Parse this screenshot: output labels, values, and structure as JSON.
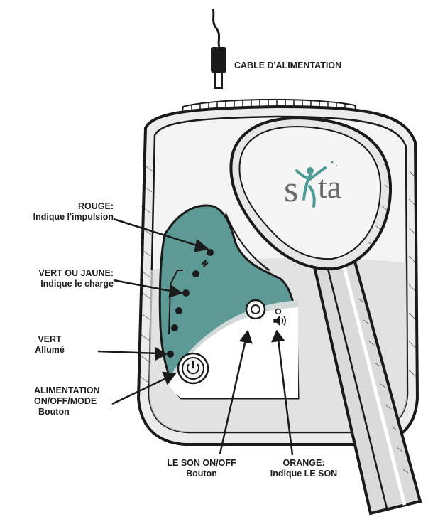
{
  "colors": {
    "panel": "#5e9a95",
    "device_body": "#e8e8e8",
    "outline": "#1a1a1a",
    "background": "#ffffff",
    "logo_text": "#6b6b6b",
    "logo_figure": "#4f9b96"
  },
  "labels": {
    "cable": "CABLE D'ALIMENTATION",
    "rouge_title": "ROUGE:",
    "rouge_desc": "Indique l'impulsion",
    "vert_jaune_title": "VERT OU JAUNE:",
    "vert_jaune_desc": "Indique le charge",
    "vert_title": "VERT",
    "vert_desc": "Allumé",
    "alim_line1": "ALIMENTATION",
    "alim_line2": "ON/OFF/MODE",
    "alim_line3": "Bouton",
    "son_line1": "LE SON ON/OFF",
    "son_line2": "Bouton",
    "orange_title": "ORANGE:",
    "orange_desc": "Indique LE SON"
  },
  "logo": {
    "text_s": "s",
    "text_ta": "ta"
  },
  "icons": {
    "sound_indicator": "speaker-icon",
    "power_button": "power-icon",
    "sound_button": "sound-button-icon"
  }
}
